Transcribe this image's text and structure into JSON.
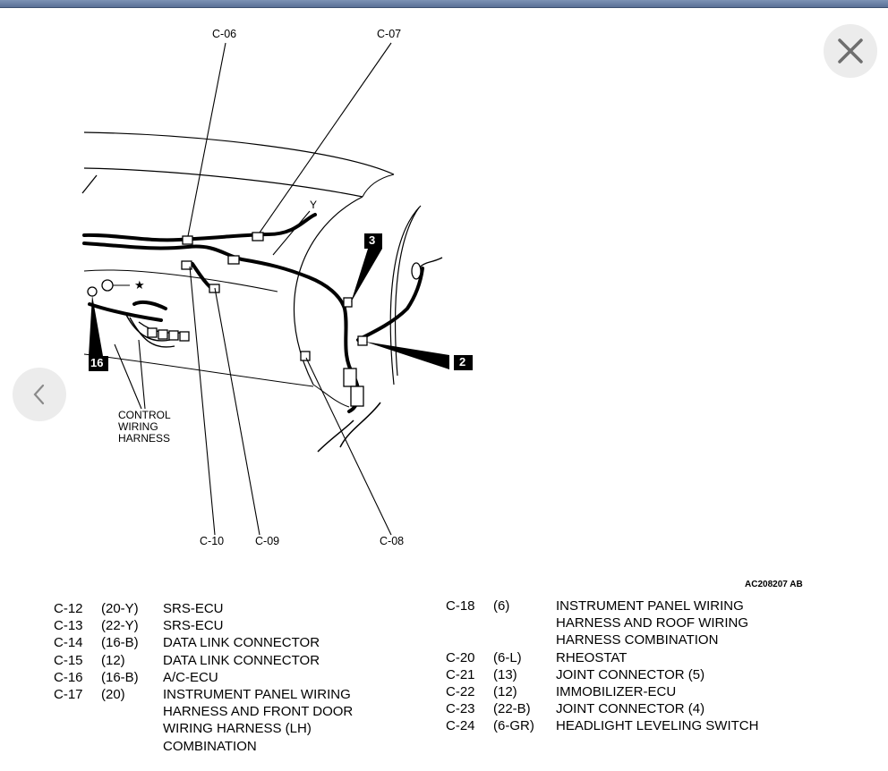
{
  "viewer": {
    "close_icon": "close-icon",
    "prev_icon": "chevron-left-icon"
  },
  "diagram": {
    "labels": {
      "c06": "C-06",
      "c07": "C-07",
      "c10": "C-10",
      "c09": "C-09",
      "c08": "C-08",
      "y": "Y",
      "star": "★",
      "control_line1": "CONTROL",
      "control_line2": "WIRING",
      "control_line3": "HARNESS",
      "box3": "3",
      "box2": "2",
      "box16": "16"
    },
    "figure_code": "AC208207 AB"
  },
  "legend_left": [
    {
      "id": "C-12",
      "pins": "(20-Y)",
      "lines": [
        "SRS-ECU"
      ]
    },
    {
      "id": "C-13",
      "pins": "(22-Y)",
      "lines": [
        "SRS-ECU"
      ]
    },
    {
      "id": "C-14",
      "pins": "(16-B)",
      "lines": [
        "DATA LINK CONNECTOR"
      ]
    },
    {
      "id": "C-15",
      "pins": "(12)",
      "lines": [
        "DATA LINK CONNECTOR"
      ]
    },
    {
      "id": "C-16",
      "pins": "(16-B)",
      "lines": [
        "A/C-ECU"
      ]
    },
    {
      "id": "C-17",
      "pins": "(20)",
      "lines": [
        "INSTRUMENT PANEL WIRING",
        "HARNESS AND FRONT DOOR",
        "WIRING HARNESS (LH)",
        "COMBINATION"
      ]
    }
  ],
  "legend_right": [
    {
      "id": "C-18",
      "pins": "(6)",
      "lines": [
        "INSTRUMENT PANEL WIRING",
        "HARNESS AND ROOF WIRING",
        "HARNESS COMBINATION"
      ]
    },
    {
      "id": "C-20",
      "pins": "(6-L)",
      "lines": [
        "RHEOSTAT"
      ]
    },
    {
      "id": "C-21",
      "pins": "(13)",
      "lines": [
        "JOINT CONNECTOR (5)"
      ]
    },
    {
      "id": "C-22",
      "pins": "(12)",
      "lines": [
        "IMMOBILIZER-ECU"
      ]
    },
    {
      "id": "C-23",
      "pins": "(22-B)",
      "lines": [
        "JOINT CONNECTOR (4)"
      ]
    },
    {
      "id": "C-24",
      "pins": "(6-GR)",
      "lines": [
        "HEADLIGHT LEVELING SWITCH"
      ]
    }
  ]
}
